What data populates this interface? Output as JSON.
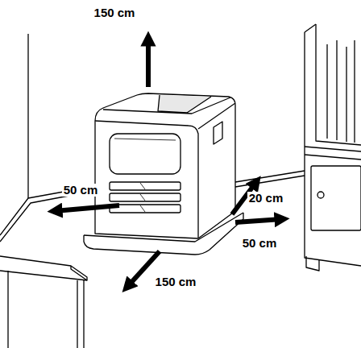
{
  "diagram": {
    "labels": [
      "150 cm",
      "50 cm",
      "20 cm",
      "50 cm",
      "150 cm"
    ]
  }
}
